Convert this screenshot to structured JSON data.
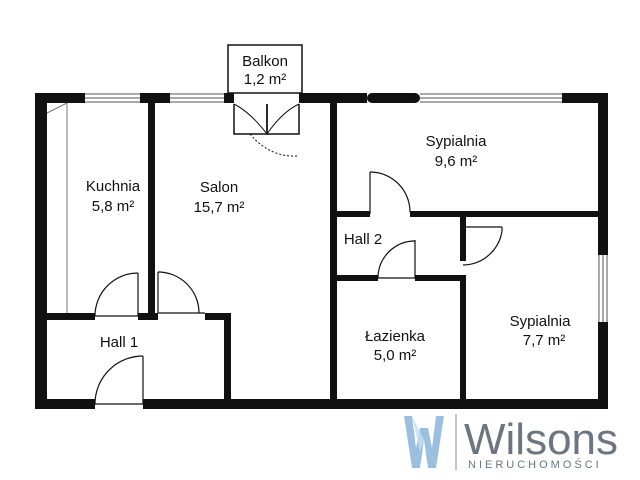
{
  "rooms": {
    "balkon": {
      "name": "Balkon",
      "area": "1,2 m²"
    },
    "kuchnia": {
      "name": "Kuchnia",
      "area": "5,8 m²"
    },
    "salon": {
      "name": "Salon",
      "area": "15,7 m²"
    },
    "sypialnia_top": {
      "name": "Sypialnia",
      "area": "9,6 m²"
    },
    "hall2": {
      "name": "Hall 2"
    },
    "hall1": {
      "name": "Hall 1"
    },
    "lazienka": {
      "name": "Łazienka",
      "area": "5,0 m²"
    },
    "sypialnia_right": {
      "name": "Sypialnia",
      "area": "7,7 m²"
    }
  },
  "logo": {
    "word": "Wilsons",
    "sub": "NIERUCHOMOŚCI"
  },
  "colors": {
    "wall": "#111111",
    "logo_text": "#6b7680",
    "logo_blue": "#8ab4d8"
  }
}
